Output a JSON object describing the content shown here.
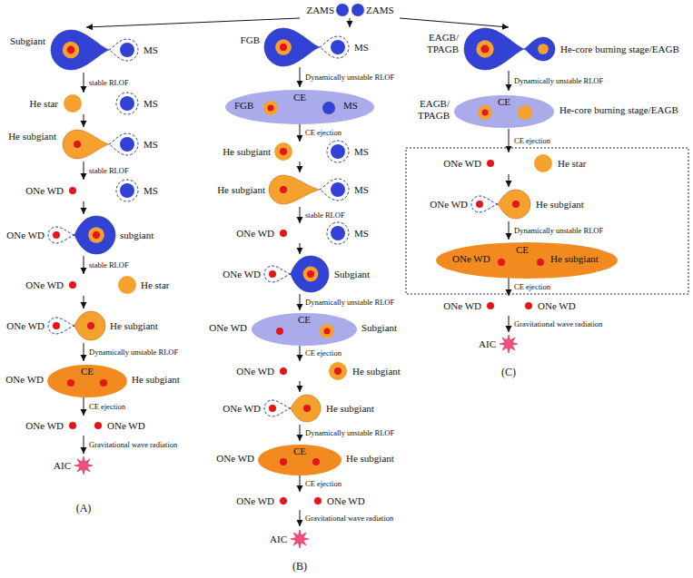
{
  "diagram": {
    "nodes": [
      {
        "text": [
          "ZAMS",
          "ZAMS"
        ]
      },
      {
        "text": [
          "Subgiant",
          "MS"
        ]
      },
      {
        "text": [
          "He star",
          "MS"
        ]
      },
      {
        "text": [
          "He subgiant",
          "MS"
        ]
      },
      {
        "text": [
          "ONe WD",
          "MS"
        ]
      },
      {
        "text": [
          "ONe WD",
          "subgiant"
        ]
      },
      {
        "text": [
          "ONe WD",
          "He star"
        ]
      },
      {
        "text": [
          "ONe WD",
          "He subgiant"
        ]
      },
      {
        "text": [
          "ONe WD",
          "CE",
          "He subgiant"
        ]
      },
      {
        "text": [
          "ONe WD",
          "ONe WD"
        ]
      },
      {
        "text": [
          "AIC"
        ]
      },
      {
        "text": [
          "FGB",
          "MS"
        ]
      },
      {
        "text": [
          "FGB",
          "CE",
          "MS"
        ]
      },
      {
        "text": [
          "He subgiant",
          "MS"
        ]
      },
      {
        "text": [
          "He subgiant",
          "MS"
        ]
      },
      {
        "text": [
          "ONe WD",
          "MS"
        ]
      },
      {
        "text": [
          "ONe WD",
          "Subgiant"
        ]
      },
      {
        "text": [
          "ONe WD",
          "CE",
          "Subgiant"
        ]
      },
      {
        "text": [
          "ONe WD",
          "He subgiant"
        ]
      },
      {
        "text": [
          "ONe WD",
          "He subgiant"
        ]
      },
      {
        "text": [
          "ONe WD",
          "CE",
          "He subgiant"
        ]
      },
      {
        "text": [
          "ONe WD",
          "ONe WD"
        ]
      },
      {
        "text": [
          "AIC"
        ]
      },
      {
        "text": [
          "EAGB/ TPAGB",
          "He-core burning stage/EAGB"
        ]
      },
      {
        "text": [
          "EAGB/ TPAGB",
          "CE",
          "He-core burning stage/EAGB"
        ]
      },
      {
        "text": [
          "ONe WD",
          "He star"
        ]
      },
      {
        "text": [
          "ONe WD",
          "He subgiant"
        ]
      },
      {
        "text": [
          "ONe WD",
          "CE",
          "He subgiant"
        ]
      },
      {
        "text": [
          "ONe WD",
          "ONe WD"
        ]
      },
      {
        "text": [
          "AIC"
        ]
      }
    ],
    "edges": [
      {
        "from": 0,
        "to": 1,
        "arrow": "to"
      },
      {
        "from": 0,
        "to": 11,
        "arrow": "to"
      },
      {
        "from": 0,
        "to": 23,
        "arrow": "to"
      },
      {
        "from": 1,
        "to": 2,
        "label": "stable RLOF",
        "arrow": "to"
      },
      {
        "from": 2,
        "to": 3,
        "arrow": "to"
      },
      {
        "from": 3,
        "to": 4,
        "label": "stable RLOF",
        "arrow": "to"
      },
      {
        "from": 4,
        "to": 5,
        "arrow": "to"
      },
      {
        "from": 5,
        "to": 6,
        "label": "stable RLOF",
        "arrow": "to"
      },
      {
        "from": 6,
        "to": 7,
        "arrow": "to"
      },
      {
        "from": 7,
        "to": 8,
        "label": "Dynamically unstable RLOF",
        "arrow": "to"
      },
      {
        "from": 8,
        "to": 9,
        "label": "CE ejection",
        "arrow": "to"
      },
      {
        "from": 9,
        "to": 10,
        "label": "Gravitational wave radiation",
        "arrow": "to"
      },
      {
        "from": 11,
        "to": 12,
        "label": "Dynamically unstable RLOF",
        "arrow": "to"
      },
      {
        "from": 12,
        "to": 13,
        "label": "CE ejection",
        "arrow": "to"
      },
      {
        "from": 13,
        "to": 14,
        "arrow": "to"
      },
      {
        "from": 14,
        "to": 15,
        "label": "stable RLOF",
        "arrow": "to"
      },
      {
        "from": 15,
        "to": 16,
        "arrow": "to"
      },
      {
        "from": 16,
        "to": 17,
        "label": "Dynamically unstable RLOF",
        "arrow": "to"
      },
      {
        "from": 17,
        "to": 18,
        "label": "CE ejection",
        "arrow": "to"
      },
      {
        "from": 18,
        "to": 19,
        "arrow": "to"
      },
      {
        "from": 19,
        "to": 20,
        "label": "Dynamically unstable RLOF",
        "arrow": "to"
      },
      {
        "from": 20,
        "to": 21,
        "label": "CE ejection",
        "arrow": "to"
      },
      {
        "from": 21,
        "to": 22,
        "label": "Gravitational wave radiation",
        "arrow": "to"
      },
      {
        "from": 23,
        "to": 24,
        "label": "Dynamically unstable RLOF",
        "arrow": "to"
      },
      {
        "from": 24,
        "to": 25,
        "label": "CE ejection",
        "arrow": "to"
      },
      {
        "from": 25,
        "to": 26,
        "arrow": "to"
      },
      {
        "from": 26,
        "to": 27,
        "label": "Dynamically unstable RLOF",
        "arrow": "to"
      },
      {
        "from": 27,
        "to": 28,
        "label": "CE ejection",
        "arrow": "to"
      },
      {
        "from": 28,
        "to": 29,
        "label": "Gravitational wave radiation",
        "arrow": "to"
      }
    ],
    "labels": [
      "(A)",
      "(B)",
      "(C)"
    ]
  }
}
